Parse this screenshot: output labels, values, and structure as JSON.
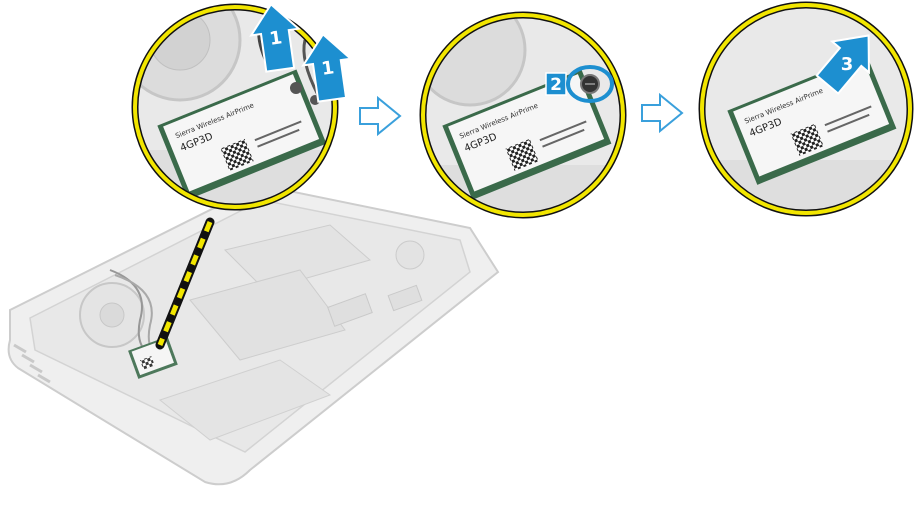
{
  "figure": {
    "description_visible_labels_only": true,
    "steps": [
      {
        "number": "1",
        "label": "1"
      },
      {
        "number": "1",
        "label": "1"
      },
      {
        "number": "2",
        "label": "2"
      },
      {
        "number": "3",
        "label": "3"
      }
    ],
    "card": {
      "model_code": "4GP3D",
      "brand_line": "Sierra Wireless AirPrime"
    },
    "colors": {
      "zoom_ring": "#f2e600",
      "callout_blue": "#1d8fd0",
      "flow_arrow": "#3aa0dc",
      "card_green": "#3a6a4a",
      "leader_black": "#111111"
    }
  }
}
